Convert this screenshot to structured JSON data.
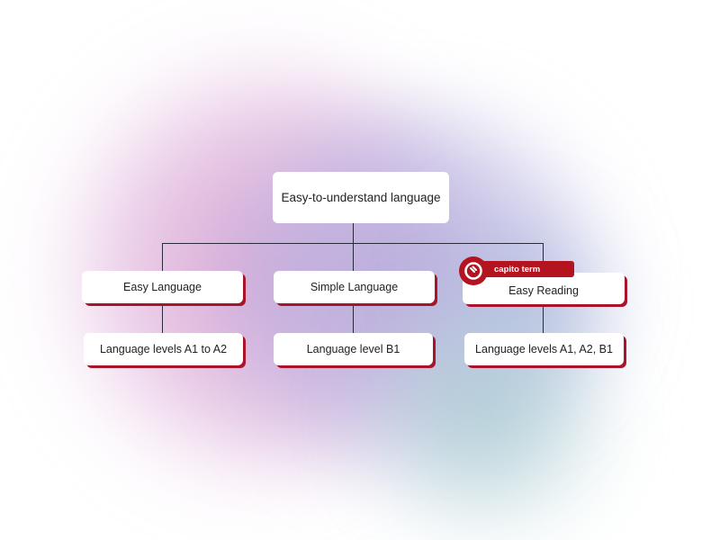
{
  "diagram": {
    "root": {
      "label": "Easy-to-understand language"
    },
    "branches": [
      {
        "label": "Easy Language",
        "child": "Language levels A1 to A2"
      },
      {
        "label": "Simple Language",
        "child": "Language level B1"
      },
      {
        "label": "Easy Reading",
        "child": "Language levels A1, A2, B1",
        "badge": "capito term",
        "badge_icon": "capito-logo-icon"
      }
    ]
  },
  "colors": {
    "accent_red": "#b3141f",
    "line": "#2a2a3a",
    "node_bg": "#ffffff"
  }
}
